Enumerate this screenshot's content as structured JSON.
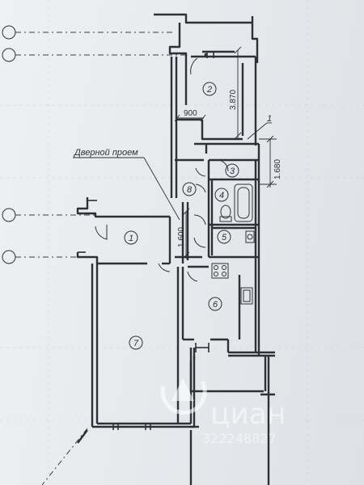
{
  "rooms": [
    {
      "id": "1",
      "label": "1"
    },
    {
      "id": "2",
      "label": "2"
    },
    {
      "id": "3",
      "label": "3"
    },
    {
      "id": "4",
      "label": "4"
    },
    {
      "id": "5",
      "label": "5"
    },
    {
      "id": "6",
      "label": "6"
    },
    {
      "id": "7",
      "label": "7"
    },
    {
      "id": "8",
      "label": "8"
    }
  ],
  "dimensions": {
    "d3870": "3.870",
    "d900": "900",
    "d1680": "1.680",
    "d1600": "1.600"
  },
  "callouts": {
    "door_opening": "Дверной проем",
    "marker_1": "1"
  },
  "watermark": {
    "brand": "циан",
    "number": "322248827"
  }
}
